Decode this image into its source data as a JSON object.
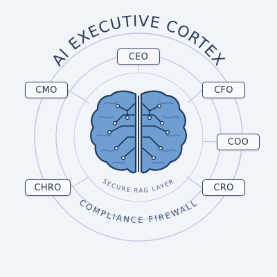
{
  "title": "AI EXECUTIVE CORTEX",
  "inner_ring_label": "SECURE RAG LAYER",
  "outer_ring_label": "COMPLIANCE FIREWALL",
  "nodes": {
    "ceo": "CEO",
    "cmo": "CMO",
    "cfo": "CFO",
    "coo": "COO",
    "chro": "CHRO",
    "cro": "CRO"
  },
  "colors": {
    "background": "#f1f4f8",
    "ring": "#b9c7d8",
    "text_dark": "#2a3d57",
    "brain_fill": "#6f9fd0",
    "brain_fold": "#5a89bd",
    "brain_outline": "#1f3a5c",
    "circuit": "#1b3454",
    "node_border": "#2f4562"
  }
}
